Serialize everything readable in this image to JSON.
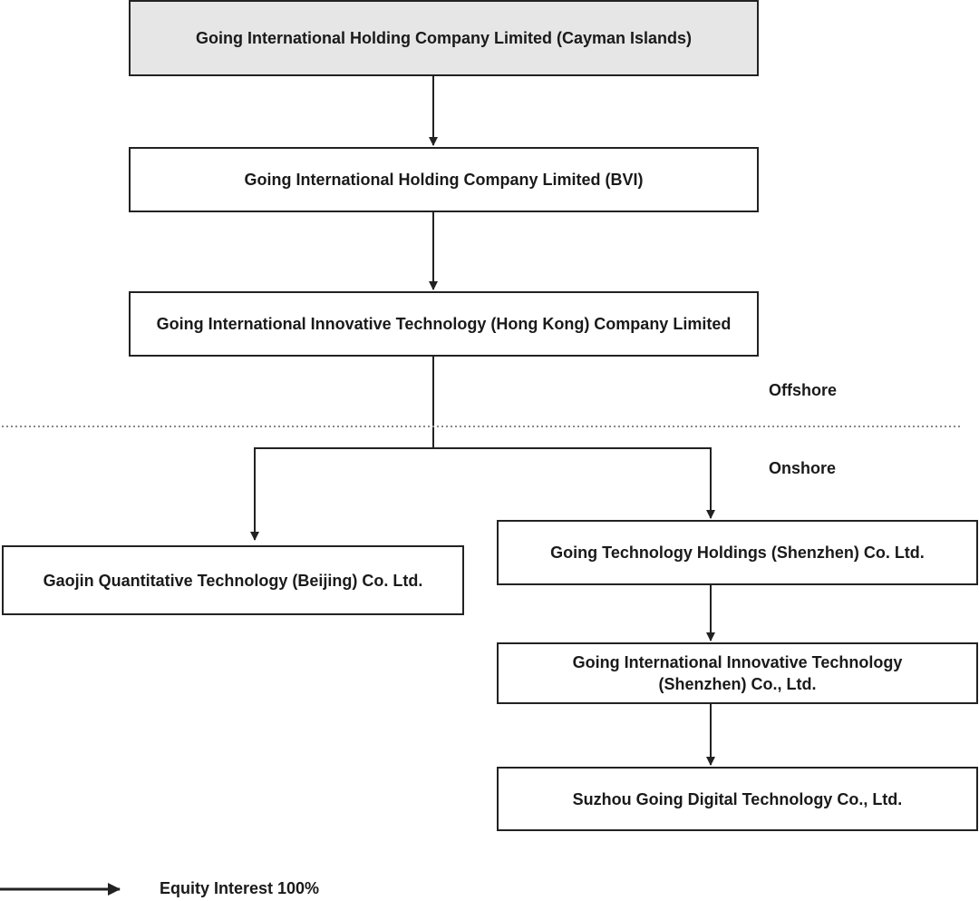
{
  "entities": {
    "cayman": "Going International Holding Company Limited (Cayman Islands)",
    "bvi": "Going International Holding Company Limited (BVI)",
    "hongkong": "Going International Innovative Technology (Hong Kong) Company Limited",
    "gaojin": "Gaojin Quantitative Technology (Beijing) Co. Ltd.",
    "shenzhen_holdings": "Going Technology Holdings (Shenzhen) Co. Ltd.",
    "shenzhen_innovative": "Going International Innovative Technology (Shenzhen) Co., Ltd.",
    "suzhou": "Suzhou Going Digital Technology Co., Ltd."
  },
  "regions": {
    "offshore": "Offshore",
    "onshore": "Onshore"
  },
  "legend": {
    "arrow_label": "Equity Interest 100%"
  },
  "colors": {
    "line": "#222222",
    "top_box_fill": "#e6e6e6",
    "divider": "#888888"
  }
}
